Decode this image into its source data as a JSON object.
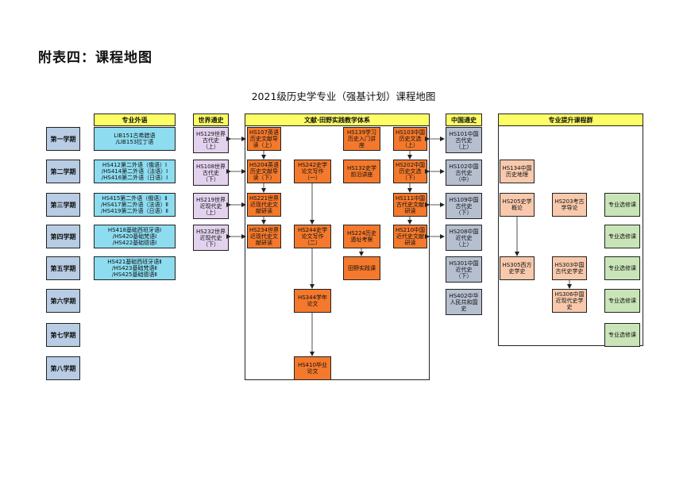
{
  "doc_heading": "附表四：课程地图",
  "map_title": "2021级历史学专业（强基计划）课程地图",
  "semesters": [
    "第一学期",
    "第二学期",
    "第三学期",
    "第四学期",
    "第五学期",
    "第六学期",
    "第七学期",
    "第八学期"
  ],
  "columns": {
    "foreign": "专业外语",
    "world": "世界通史",
    "practice": "文献·田野实践教学体系",
    "china": "中国通史",
    "advanced": "专业提升课程群"
  },
  "foreign_courses": [
    "LIB151古希腊语\n/LIB153拉丁语",
    "HS412第二外语（俄语）Ⅰ\n/HS414第二外语（法语）Ⅰ\n/HS416第二外语（日语）Ⅰ",
    "HS415第二外语（俄语）Ⅱ\n/HS417第二外语（法语）Ⅱ\n/HS419第二外语（日语）Ⅱ",
    "HS418基础西班牙语Ⅰ\n/HS420基础梵语Ⅰ\n/HS422基础德语Ⅰ",
    "HS421基础西班牙语Ⅱ\n/HS423基础梵语Ⅱ\n/HS425基础德语Ⅱ"
  ],
  "world_courses": [
    "HS129世界\n古代史\n（上）",
    "HS108世界\n古代史\n（下）",
    "HS219世界\n近现代史\n（上）",
    "HS232世界\n近现代史\n（下）"
  ],
  "practice_courses": {
    "p1": "HS107英语\n历史文献导\n读（上）",
    "p2": "HS204英语\n历史文献导\n读（下）",
    "p3": "HS221世界\n近现代史文\n献研读",
    "p4": "HS234世界\n近现代史文\n献研读",
    "p5": "HS242史学\n论文写作\n（一）",
    "p6": "HS244史学\n论文写作\n（二）",
    "p7": "HS344学年\n论文",
    "p8": "HS410毕业\n论文",
    "p9": "HS139学习\n历史入门讲\n座",
    "p10": "HS132史学\n前沿讲座",
    "p11": "HS224历史\n遗址考察",
    "p12": "田野实践课",
    "p13": "HS103中国\n历史文选\n（上）",
    "p14": "HS202中国\n历史文选\n（下）",
    "p15": "HS111中国\n古代史文献\n研读",
    "p16": "HS210中国\n近代史文献\n研读"
  },
  "china_courses": [
    "HS101中国\n古代史\n（上）",
    "HS102中国\n古代史\n（中）",
    "HS109中国\n古代史\n（下）",
    "HS208中国\n近代史\n（上）",
    "HS301中国\n近代史\n（下）",
    "HS402中华\n人民共和国\n史"
  ],
  "advanced_courses": {
    "a1": "HS134中国\n历史地理",
    "a2": "HS205史学\n概论",
    "a3": "HS203考古\n学导论",
    "a4": "HS305西方\n史学史",
    "a5": "HS303中国\n古代史学史",
    "a6": "HS306中国\n近现代史学\n史"
  },
  "elective_label": "专业选修课",
  "colors": {
    "header": "#fdfd66",
    "semester": "#b8cce4",
    "foreign": "#8ddcf0",
    "world": "#e2d2ee",
    "practice": "#f4792c",
    "china": "#b6bfcf",
    "advanced": "#f8c9ac",
    "elective": "#c9e5b8"
  }
}
